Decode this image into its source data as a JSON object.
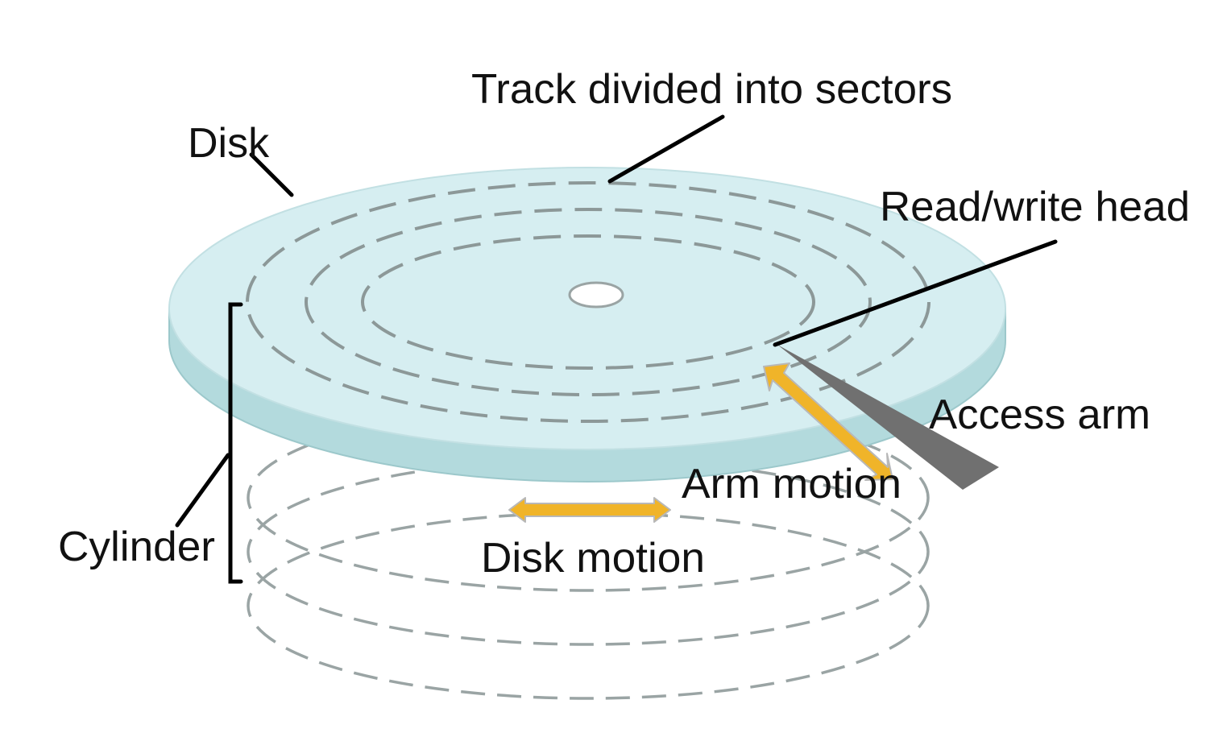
{
  "labels": {
    "track": "Track divided into sectors",
    "disk": "Disk",
    "head": "Read/write head",
    "arm": "Access arm",
    "arm_motion": "Arm motion",
    "disk_motion": "Disk motion",
    "cylinder": "Cylinder"
  },
  "colors": {
    "platter_top": "#d6eef1",
    "platter_edge": "#b3dadd",
    "track_dash": "#8c9898",
    "arrow": "#f0b429",
    "arm": "#707070",
    "leader": "#000000"
  }
}
